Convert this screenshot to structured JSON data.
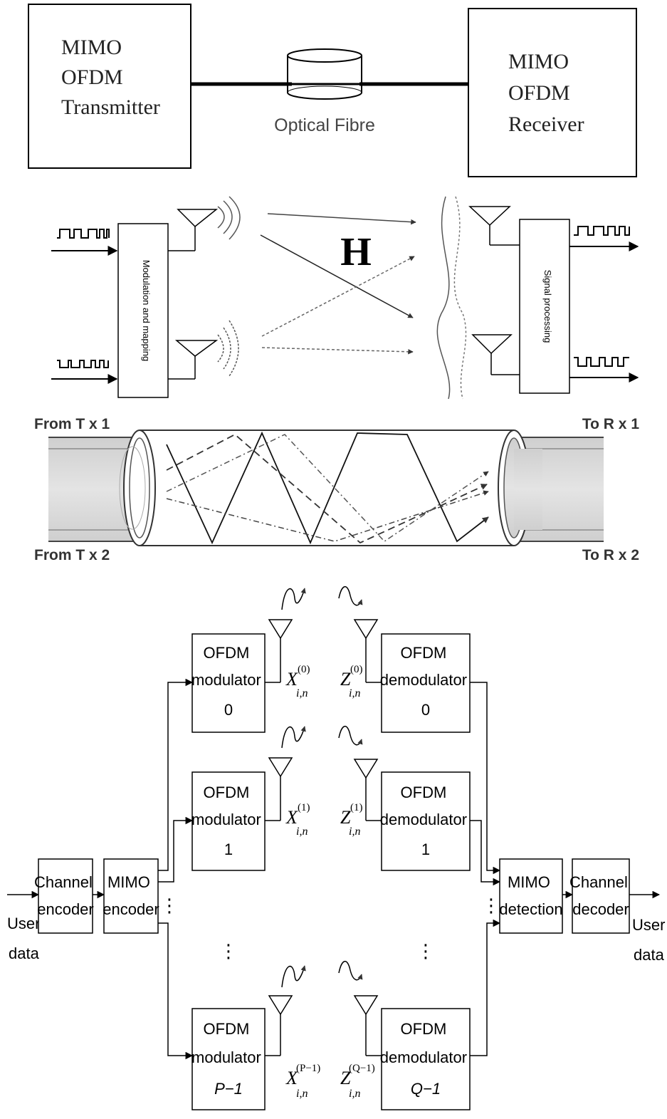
{
  "panel1": {
    "transmitter": [
      "MIMO",
      "OFDM",
      "Transmitter"
    ],
    "receiver": [
      "MIMO",
      "OFDM",
      "Receiver"
    ],
    "fibre_label": "Optical Fibre"
  },
  "panel2": {
    "tx_block": "Modulation and mapping",
    "rx_block": "Signal processing",
    "channel": "H"
  },
  "panel3": {
    "from_tx1": "From T x 1",
    "from_tx2": "From T x 2",
    "to_rx1": "To R x 1",
    "to_rx2": "To R x 2"
  },
  "panel4": {
    "user_data_in": [
      "User",
      "data"
    ],
    "user_data_out": [
      "User",
      "data"
    ],
    "channel_encoder": [
      "Channel",
      "encoder"
    ],
    "mimo_encoder": [
      "MIMO",
      "encoder"
    ],
    "mimo_detection": [
      "MIMO",
      "detection"
    ],
    "channel_decoder": [
      "Channel",
      "decoder"
    ],
    "mod0": [
      "OFDM",
      "modulator",
      "0"
    ],
    "mod1": [
      "OFDM",
      "modulator",
      "1"
    ],
    "modP": [
      "OFDM",
      "modulator",
      "P−1"
    ],
    "demod0": [
      "OFDM",
      "demodulator",
      "0"
    ],
    "demod1": [
      "OFDM",
      "demodulator",
      "1"
    ],
    "demodQ": [
      "OFDM",
      "demodulator",
      "Q−1"
    ],
    "x0": {
      "base": "X",
      "sub": "i,n",
      "sup": "(0)"
    },
    "x1": {
      "base": "X",
      "sub": "i,n",
      "sup": "(1)"
    },
    "xP": {
      "base": "X",
      "sub": "i,n",
      "sup": "(P−1)"
    },
    "z0": {
      "base": "Z",
      "sub": "i,n",
      "sup": "(0)"
    },
    "z1": {
      "base": "Z",
      "sub": "i,n",
      "sup": "(1)"
    },
    "zQ": {
      "base": "Z",
      "sub": "i,n",
      "sup": "(Q−1)"
    },
    "dots": "⋮"
  }
}
